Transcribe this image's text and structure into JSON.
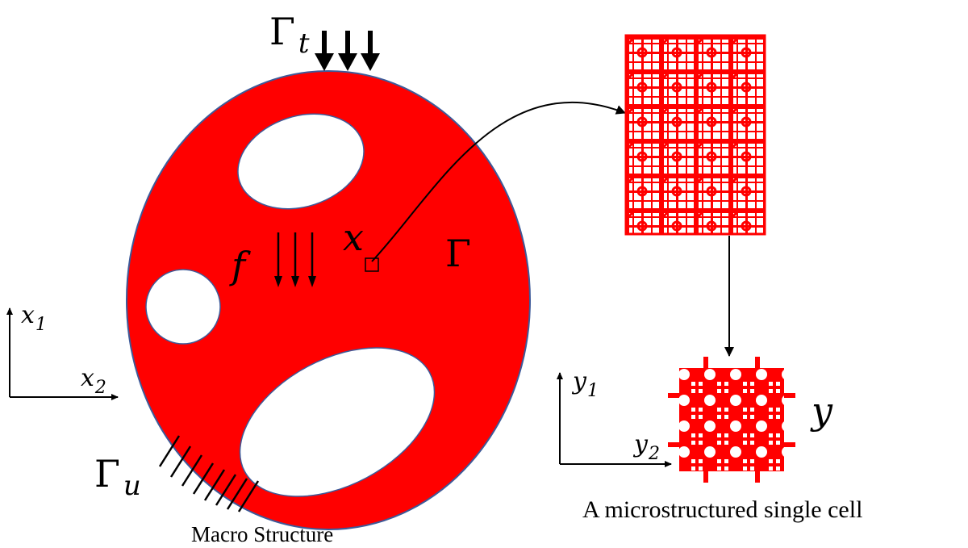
{
  "colors": {
    "material": "#ff0000",
    "outline": "#3d5a99",
    "ink": "#000000",
    "background": "#ffffff"
  },
  "macro": {
    "caption": "Macro Structure",
    "traction_boundary": {
      "symbol": "Γ",
      "subscript": "t"
    },
    "fixed_boundary": {
      "symbol": "Γ",
      "subscript": "u"
    },
    "boundary_label": "Γ",
    "body_force_label": "f",
    "point_label": "x",
    "axes": {
      "vertical": {
        "symbol": "x",
        "subscript": "1"
      },
      "horizontal": {
        "symbol": "x",
        "subscript": "2"
      }
    }
  },
  "micro": {
    "caption": "A microstructured single cell",
    "cell_label": "y",
    "axes": {
      "vertical": {
        "symbol": "y",
        "subscript": "1"
      },
      "horizontal": {
        "symbol": "y",
        "subscript": "2"
      }
    }
  }
}
